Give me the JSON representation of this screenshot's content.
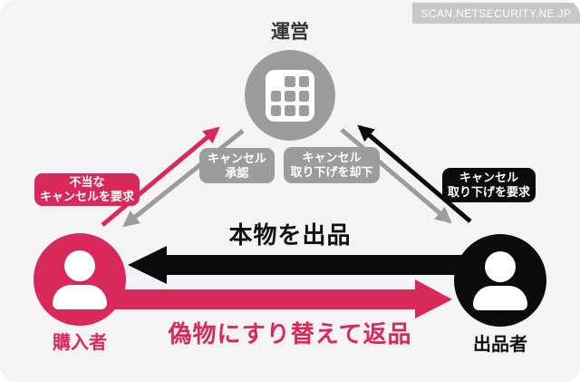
{
  "watermark": {
    "text": "SCAN.NETSECURITY.NE.JP"
  },
  "colors": {
    "pink": "#d9295b",
    "gray": "#9c9c9e",
    "black": "#0c0c0c",
    "card_background": "#f4f4f6"
  },
  "nodes": {
    "operator": {
      "label": "運営",
      "icon": "building-grid-icon"
    },
    "buyer": {
      "label": "購入者",
      "icon": "person-icon"
    },
    "seller": {
      "label": "出品者",
      "icon": "person-icon"
    }
  },
  "tags": {
    "unjust_cancel": {
      "line1": "不当な",
      "line2": "キャンセルを要求",
      "direction": "buyer-to-operator",
      "color": "pink"
    },
    "cancel_approved": {
      "line1": "キャンセル",
      "line2": "承認",
      "direction": "operator-to-buyer",
      "color": "gray"
    },
    "withdrawal_rejected": {
      "line1": "キャンセル",
      "line2": "取り下げを却下",
      "direction": "operator-to-seller",
      "color": "gray"
    },
    "withdrawal_requested": {
      "line1": "キャンセル",
      "line2": "取り下げを要求",
      "direction": "seller-to-operator",
      "color": "black"
    }
  },
  "flows": {
    "genuine_listing": {
      "label": "本物を出品",
      "direction": "seller-to-buyer",
      "color": "black"
    },
    "fake_return": {
      "label": "偽物にすり替えて返品",
      "direction": "buyer-to-seller",
      "color": "pink"
    }
  }
}
